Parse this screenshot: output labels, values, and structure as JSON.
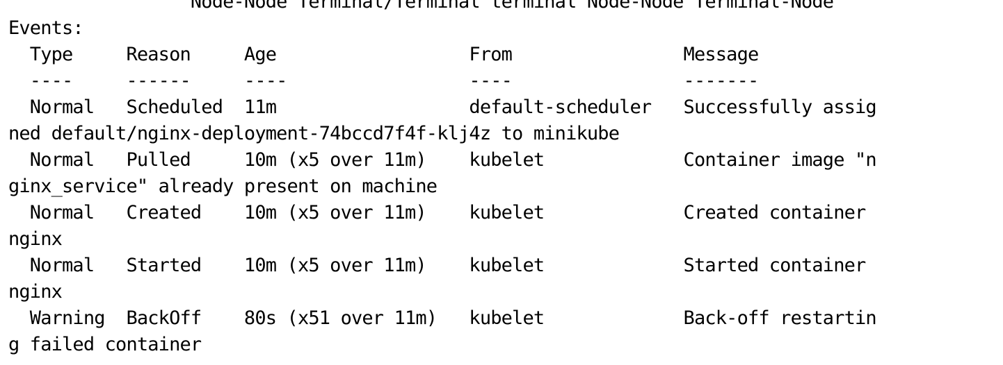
{
  "terminal": {
    "lines": [
      "                 Node-Node Terminal/Terminal terminal Node-Node Terminal-Node",
      "Events:",
      "  Type     Reason     Age                  From                Message",
      "  ----     ------     ----                 ----                -------",
      "  Normal   Scheduled  11m                  default-scheduler   Successfully assig",
      "ned default/nginx-deployment-74bccd7f4f-klj4z to minikube",
      "  Normal   Pulled     10m (x5 over 11m)    kubelet             Container image \"n",
      "ginx_service\" already present on machine",
      "  Normal   Created    10m (x5 over 11m)    kubelet             Created container",
      "nginx",
      "  Normal   Started    10m (x5 over 11m)    kubelet             Started container",
      "nginx",
      "  Warning  BackOff    80s (x51 over 11m)   kubelet             Back-off restartin",
      "g failed container"
    ]
  }
}
